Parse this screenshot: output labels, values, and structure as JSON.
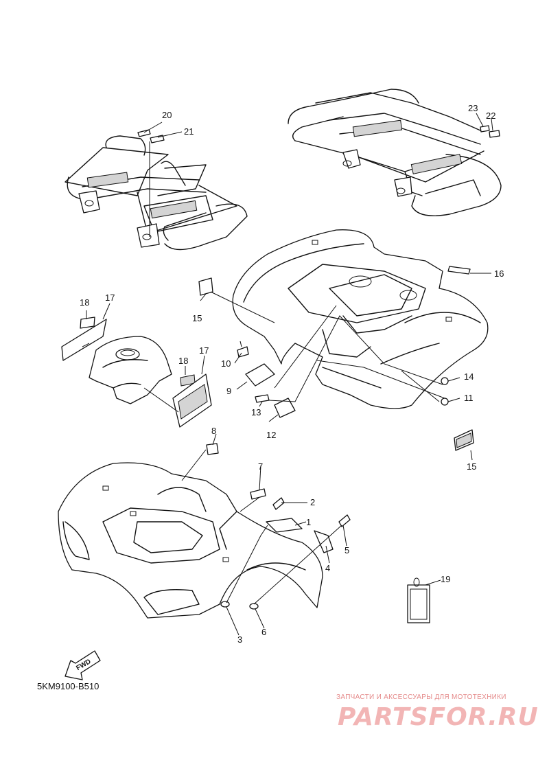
{
  "diagram_code": "5KM9100-B510",
  "fwd_label": "FWD",
  "watermark": {
    "tagline": "ЗАПЧАСТИ И АКСЕССУАРЫ ДЛЯ МОТОТЕХНИКИ",
    "logo": "PARTSFOR.RU"
  },
  "callouts": [
    "20",
    "21",
    "23",
    "22",
    "16",
    "15",
    "18",
    "17",
    "18",
    "17",
    "10",
    "9",
    "14",
    "11",
    "13",
    "12",
    "15",
    "8",
    "7",
    "2",
    "1",
    "5",
    "4",
    "19",
    "3",
    "6"
  ]
}
